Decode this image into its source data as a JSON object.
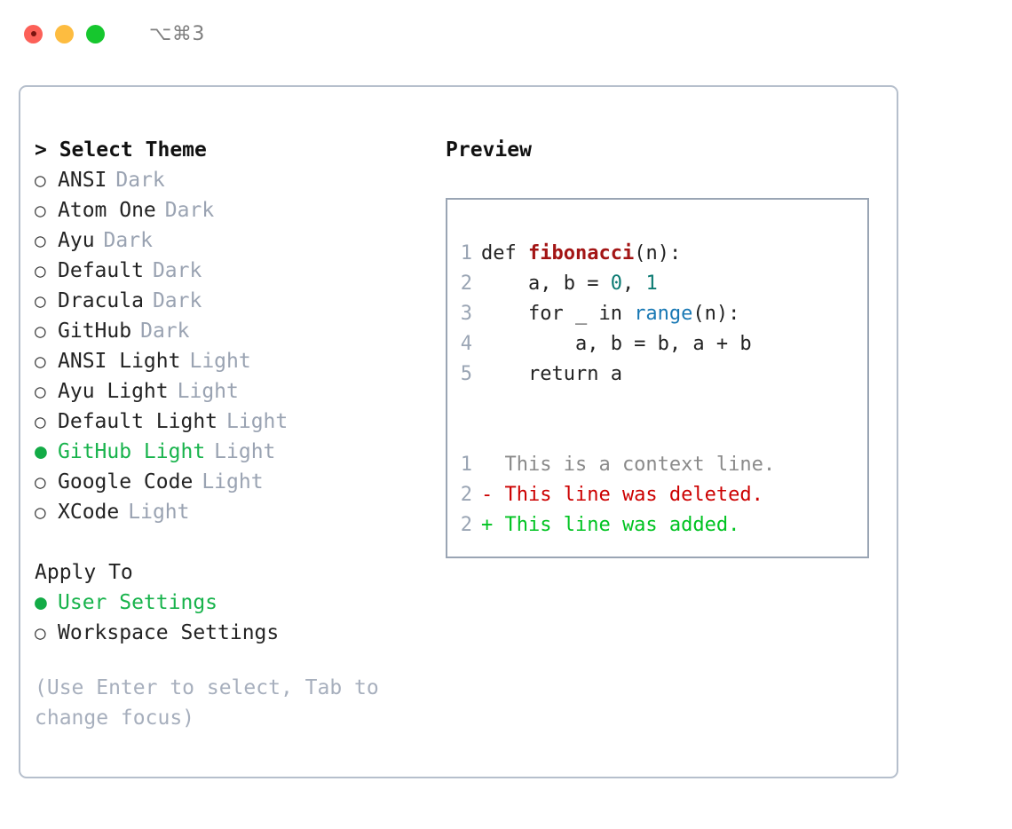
{
  "window": {
    "shortcut": "⌥⌘3",
    "traffic_lights": [
      {
        "name": "close",
        "color": "#fc6058"
      },
      {
        "name": "minimize",
        "color": "#fdbc40"
      },
      {
        "name": "maximize",
        "color": "#16c72e"
      }
    ]
  },
  "left": {
    "heading": "> Select Theme",
    "themes": [
      {
        "marker": "○",
        "name": "ANSI",
        "tag": "Dark",
        "selected": false
      },
      {
        "marker": "○",
        "name": "Atom One",
        "tag": "Dark",
        "selected": false
      },
      {
        "marker": "○",
        "name": "Ayu",
        "tag": "Dark",
        "selected": false
      },
      {
        "marker": "○",
        "name": "Default",
        "tag": "Dark",
        "selected": false
      },
      {
        "marker": "○",
        "name": "Dracula",
        "tag": "Dark",
        "selected": false
      },
      {
        "marker": "○",
        "name": "GitHub",
        "tag": "Dark",
        "selected": false
      },
      {
        "marker": "○",
        "name": "ANSI Light",
        "tag": "Light",
        "selected": false
      },
      {
        "marker": "○",
        "name": "Ayu Light",
        "tag": "Light",
        "selected": false
      },
      {
        "marker": "○",
        "name": "Default Light",
        "tag": "Light",
        "selected": false
      },
      {
        "marker": "●",
        "name": "GitHub Light",
        "tag": "Light",
        "selected": true
      },
      {
        "marker": "○",
        "name": "Google Code",
        "tag": "Light",
        "selected": false
      },
      {
        "marker": "○",
        "name": "XCode",
        "tag": "Light",
        "selected": false
      }
    ],
    "apply_to": {
      "heading": "Apply To",
      "options": [
        {
          "marker": "●",
          "name": "User Settings",
          "selected": true
        },
        {
          "marker": "○",
          "name": "Workspace Settings",
          "selected": false
        }
      ]
    },
    "hint": "(Use Enter to select, Tab to change focus)"
  },
  "right": {
    "title": "Preview",
    "code_lines": [
      {
        "no": "1",
        "tokens": [
          {
            "t": "def ",
            "k": "tok-def"
          },
          {
            "t": "fibonacci",
            "k": "tok-fn"
          },
          {
            "t": "(n):",
            "k": "tok-punc"
          }
        ]
      },
      {
        "no": "2",
        "tokens": [
          {
            "t": "    a, b = ",
            "k": "tok-punc"
          },
          {
            "t": "0",
            "k": "tok-num"
          },
          {
            "t": ", ",
            "k": "tok-punc"
          },
          {
            "t": "1",
            "k": "tok-num"
          }
        ]
      },
      {
        "no": "3",
        "tokens": [
          {
            "t": "    for _ in ",
            "k": "tok-punc"
          },
          {
            "t": "range",
            "k": "tok-builtin"
          },
          {
            "t": "(n):",
            "k": "tok-punc"
          }
        ]
      },
      {
        "no": "4",
        "tokens": [
          {
            "t": "        a, b = b, a + b",
            "k": "tok-punc"
          }
        ]
      },
      {
        "no": "5",
        "tokens": [
          {
            "t": "    return a",
            "k": "tok-punc"
          }
        ]
      }
    ],
    "diff_lines": [
      {
        "no": "1",
        "text": "  This is a context line.",
        "kind": "diff-ctx"
      },
      {
        "no": "2",
        "text": "- This line was deleted.",
        "kind": "diff-del"
      },
      {
        "no": "2",
        "text": "+ This line was added.",
        "kind": "diff-add"
      }
    ]
  }
}
